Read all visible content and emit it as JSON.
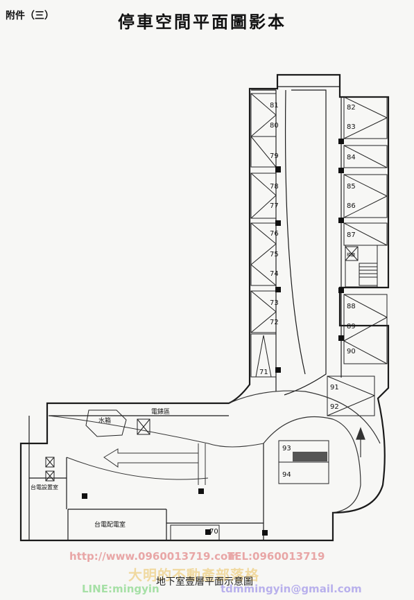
{
  "header": {
    "label": "附件（三）",
    "title": "停車空間平面圖影本"
  },
  "rooms": {
    "water_tank": "水箱",
    "electrical": "電錶區",
    "power_room": "台電設置室",
    "distribution_room": "台電配電室",
    "stair_room": "梯廳"
  },
  "parking_spaces": [
    "81",
    "80",
    "79",
    "78",
    "77",
    "76",
    "75",
    "74",
    "73",
    "72",
    "71",
    "82",
    "83",
    "84",
    "85",
    "86",
    "87",
    "88",
    "89",
    "90",
    "91",
    "92",
    "93",
    "94",
    "70"
  ],
  "watermark": {
    "url": "http://www.0960013719.com",
    "tel": "TEL:0960013719",
    "shop": "大明的不動產部落格",
    "line": "LINE:mingyin",
    "mail": "tdmmingyin@gmail.com"
  },
  "footer": {
    "caption": "地下室壹層平面示意圖"
  }
}
